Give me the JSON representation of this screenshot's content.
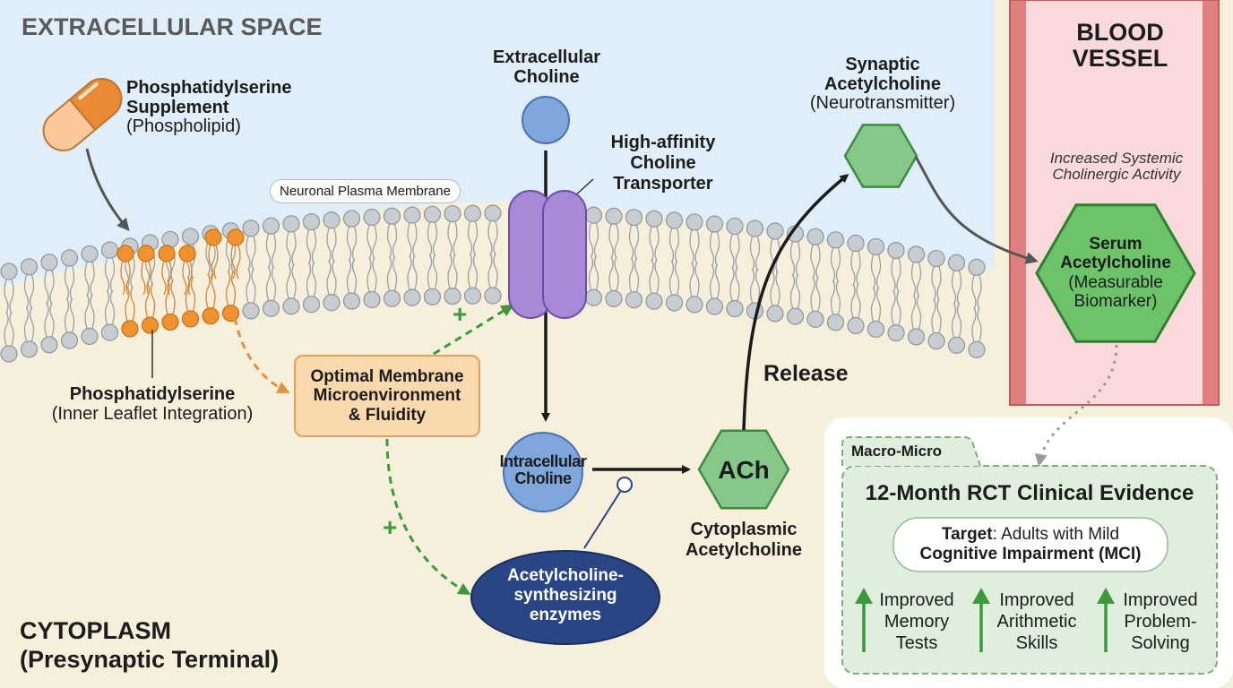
{
  "regions": {
    "extracellular": "EXTRACELLULAR SPACE",
    "cytoplasm_line1": "CYTOPLASM",
    "cytoplasm_line2": "(Presynaptic Terminal)",
    "blood_vessel_line1": "BLOOD",
    "blood_vessel_line2": "VESSEL"
  },
  "membrane": {
    "label": "Neuronal Plasma Membrane"
  },
  "supplement": {
    "line1": "Phosphatidylserine",
    "line2": "Supplement",
    "line3": "(Phospholipid)"
  },
  "ps_inner": {
    "line1": "Phosphatidylserine",
    "line2": "(Inner Leaflet Integration)"
  },
  "microenvironment": {
    "line1": "Optimal Membrane",
    "line2": "Microenvironment",
    "line3": "& Fluidity"
  },
  "plus_signs": [
    "+",
    "+"
  ],
  "extracellular_choline": {
    "line1": "Extracellular",
    "line2": "Choline"
  },
  "transporter": {
    "line1": "High-affinity",
    "line2": "Choline",
    "line3": "Transporter"
  },
  "intracellular_choline": {
    "line1": "Intracellular",
    "line2": "Choline"
  },
  "enzymes": {
    "line1": "Acetylcholine-",
    "line2": "synthesizing",
    "line3": "enzymes"
  },
  "ach": {
    "symbol": "ACh",
    "line1": "Cytoplasmic",
    "line2": "Acetylcholine"
  },
  "release_label": "Release",
  "synaptic": {
    "line1": "Synaptic",
    "line2": "Acetylcholine",
    "line3": "(Neurotransmitter)"
  },
  "systemic": {
    "line1": "Increased Systemic",
    "line2": "Cholinergic Activity"
  },
  "serum": {
    "line1": "Serum",
    "line2": "Acetylcholine",
    "line3": "(Measurable",
    "line4": "Biomarker)"
  },
  "rct": {
    "tab": "Macro-Micro",
    "title": "12-Month RCT Clinical Evidence",
    "target_label": "Target",
    "target_rest": ": Adults with Mild",
    "target_line2": "Cognitive Impairment (MCI)",
    "outcomes": [
      {
        "l1": "Improved",
        "l2": "Memory",
        "l3": "Tests"
      },
      {
        "l1": "Improved",
        "l2": "Arithmetic",
        "l3": "Skills"
      },
      {
        "l1": "Improved",
        "l2": "Problem-",
        "l3": "Solving"
      }
    ]
  },
  "colors": {
    "extracellular_bg": "#dfeef9",
    "cytoplasm_bg": "#f6efdc",
    "blood_vessel_bg": "#f9d9d9",
    "vessel_wall": "#e07f80",
    "lipid_head": "#c8cdd2",
    "ps_head": "#f0922f",
    "transporter": "#a889d6",
    "choline": "#7fa7dc",
    "ach_green": "#88c78a",
    "serum_green": "#6cc36a",
    "enzyme_navy": "#2a4585",
    "micro_box": "#fbd9ae",
    "rct_panel": "#dfeedd",
    "positive_green": "#3c9a3c",
    "orange_arrow": "#e1923f"
  },
  "icons": [
    "capsule-icon",
    "up-arrow-icon"
  ]
}
